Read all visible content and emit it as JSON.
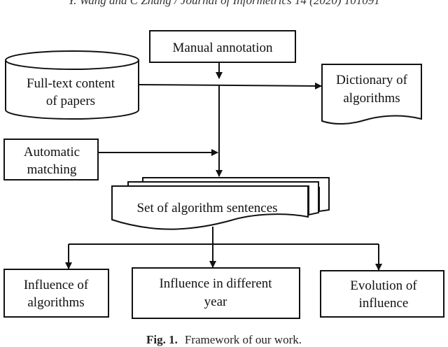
{
  "page_header": "Y. Wang and C Zhang / Journal of Informetrics 14 (2020) 101091",
  "nodes": {
    "manual_annotation": "Manual annotation",
    "full_text_line1": "Full-text content",
    "full_text_line2": "of papers",
    "dictionary_line1": "Dictionary of",
    "dictionary_line2": "algorithms",
    "automatic_line1": "Automatic",
    "automatic_line2": "matching",
    "set_sentences": "Set of algorithm sentences",
    "influence_alg_line1": "Influence of",
    "influence_alg_line2": "algorithms",
    "influence_year_line1": "Influence in different",
    "influence_year_line2": "year",
    "evolution_line1": "Evolution of",
    "evolution_line2": "influence"
  },
  "caption": {
    "label": "Fig. 1.",
    "text": "Framework of our work."
  }
}
